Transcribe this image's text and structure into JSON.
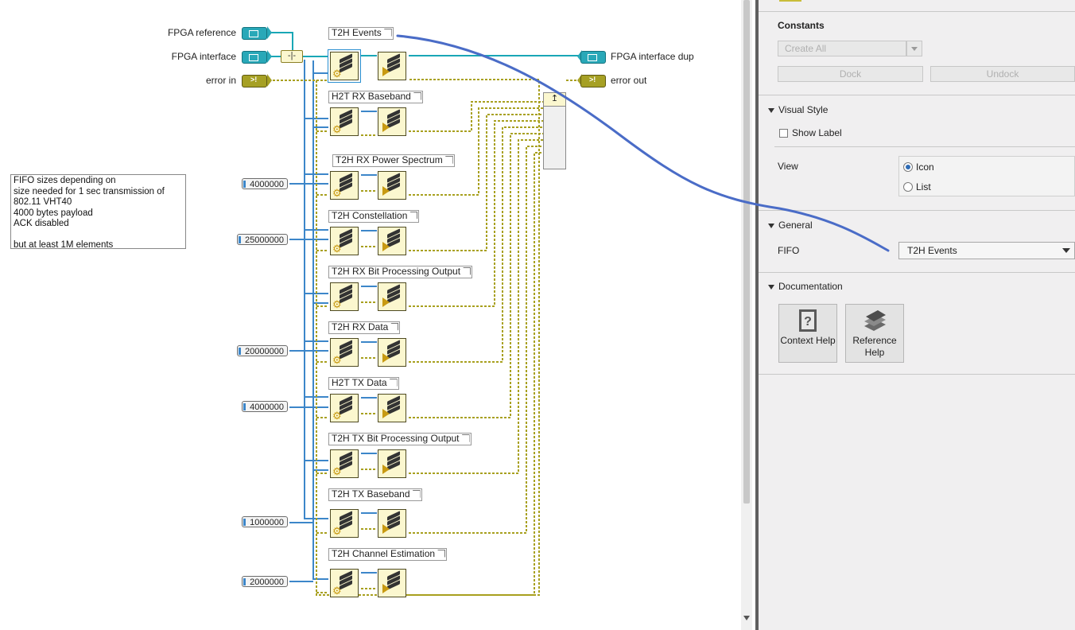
{
  "diagram": {
    "fpga_reference_label": "FPGA reference",
    "fpga_interface_label": "FPGA interface",
    "error_in_label": "error in",
    "fpga_interface_dup_label": "FPGA interface dup",
    "error_out_label": "error out",
    "fifos": [
      {
        "name": "T2H Events"
      },
      {
        "name": "H2T RX Baseband"
      },
      {
        "name": "T2H RX Power Spectrum"
      },
      {
        "name": "T2H Constellation"
      },
      {
        "name": "T2H RX Bit Processing Output"
      },
      {
        "name": "T2H RX Data"
      },
      {
        "name": "H2T TX Data"
      },
      {
        "name": "T2H TX Bit Processing Output"
      },
      {
        "name": "T2H TX Baseband"
      },
      {
        "name": "T2H Channel Estimation"
      }
    ],
    "constants": [
      "4000000",
      "25000000",
      "20000000",
      "4000000",
      "1000000",
      "2000000"
    ],
    "comment": "FIFO sizes depending on\nsize needed for 1 sec transmission of\n802.11 VHT40\n4000 bytes payload\nACK disabled\n\nbut at least 1M elements"
  },
  "panel": {
    "constants_title": "Constants",
    "create_all_label": "Create All",
    "dock_label": "Dock",
    "undock_label": "Undock",
    "visual_style_title": "Visual Style",
    "show_label_text": "Show Label",
    "show_label_checked": false,
    "view_label": "View",
    "view_options": [
      "Icon",
      "List"
    ],
    "view_selected": "Icon",
    "general_title": "General",
    "fifo_label": "FIFO",
    "fifo_value": "T2H Events",
    "documentation_title": "Documentation",
    "context_help_label": "Context Help",
    "reference_help_label": "Reference Help"
  },
  "colors": {
    "fpga_wire": "#19a7b6",
    "error_wire": "#a8a01f",
    "number_wire": "#3c86c9",
    "annotation_stroke": "#4a6cc7"
  }
}
